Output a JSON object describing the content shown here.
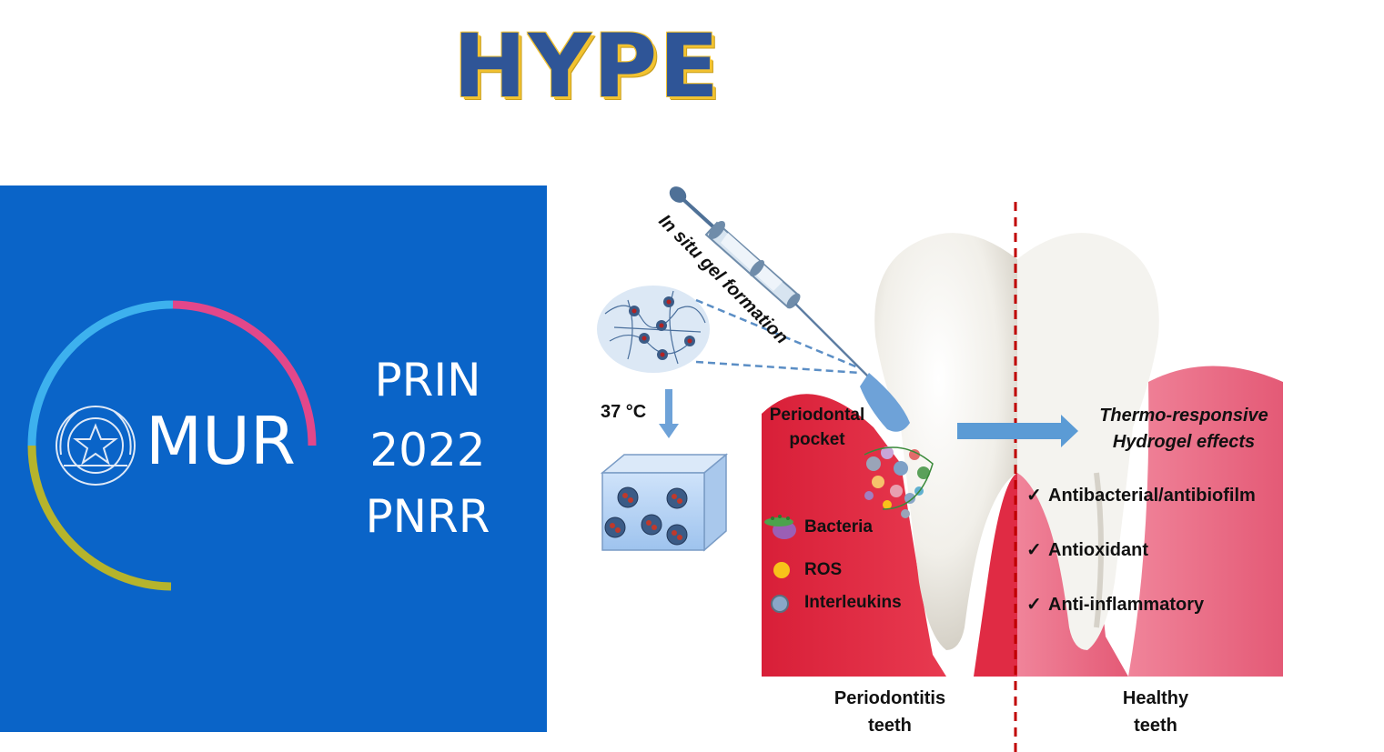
{
  "header": {
    "title": "HYPE"
  },
  "mur_panel": {
    "wordmark": "MUR",
    "lines": [
      "PRIN",
      "2022",
      "PNRR"
    ],
    "ring_colors": {
      "blue": "#3db1ee",
      "pink": "#e2478a",
      "olive": "#b6b42c"
    },
    "background": "#0a64c8"
  },
  "diagram": {
    "syringe_label": "In situ gel formation",
    "temperature_label": "37 °C",
    "pocket_label": [
      "Periodontal",
      "pocket"
    ],
    "legend": [
      {
        "name": "Bacteria",
        "icon": "bacteria-icon"
      },
      {
        "name": "ROS",
        "icon": "ros-dot-icon",
        "color": "#f8c21a"
      },
      {
        "name": "Interleukins",
        "icon": "interleukin-dot-icon",
        "color": "#8aa7c8"
      }
    ],
    "effects_title": [
      "Thermo-responsive",
      "Hydrogel effects"
    ],
    "effects": [
      "Antibacterial/antibiofilm",
      "Antioxidant",
      "Anti-inflammatory"
    ],
    "check_symbol": "✓",
    "captions": {
      "left": [
        "Periodontitis",
        "teeth"
      ],
      "right": [
        "Healthy",
        "teeth"
      ]
    },
    "colors": {
      "gum": "#e0243c",
      "gum_healthy": "#ef7089",
      "arrow": "#5b9bd5",
      "divider": "#c00000"
    }
  }
}
